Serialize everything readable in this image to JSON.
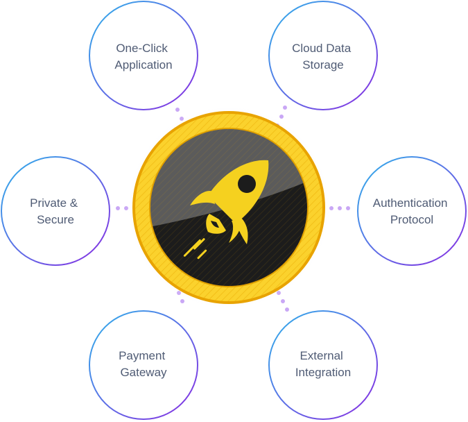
{
  "features": [
    {
      "id": "one-click",
      "lines": [
        "One-Click",
        "Application"
      ]
    },
    {
      "id": "cloud-storage",
      "lines": [
        "Cloud Data",
        "Storage"
      ]
    },
    {
      "id": "private-secure",
      "lines": [
        "Private &",
        "Secure"
      ]
    },
    {
      "id": "auth-protocol",
      "lines": [
        "Authentication",
        "Protocol"
      ]
    },
    {
      "id": "payment-gateway",
      "lines": [
        "Payment",
        "Gateway"
      ]
    },
    {
      "id": "external-integration",
      "lines": [
        "External",
        "Integration"
      ]
    }
  ],
  "center": {
    "icon": "rocket-icon"
  },
  "colors": {
    "ring_start": "#2fb3ea",
    "ring_end": "#8a2be2",
    "dots": "#c9a7f5",
    "coin_outer": "#fbd22d",
    "coin_rim": "#e8a300",
    "coin_inner": "#1c1c1c",
    "rocket": "#f5d11f",
    "label": "#4f5b74"
  }
}
